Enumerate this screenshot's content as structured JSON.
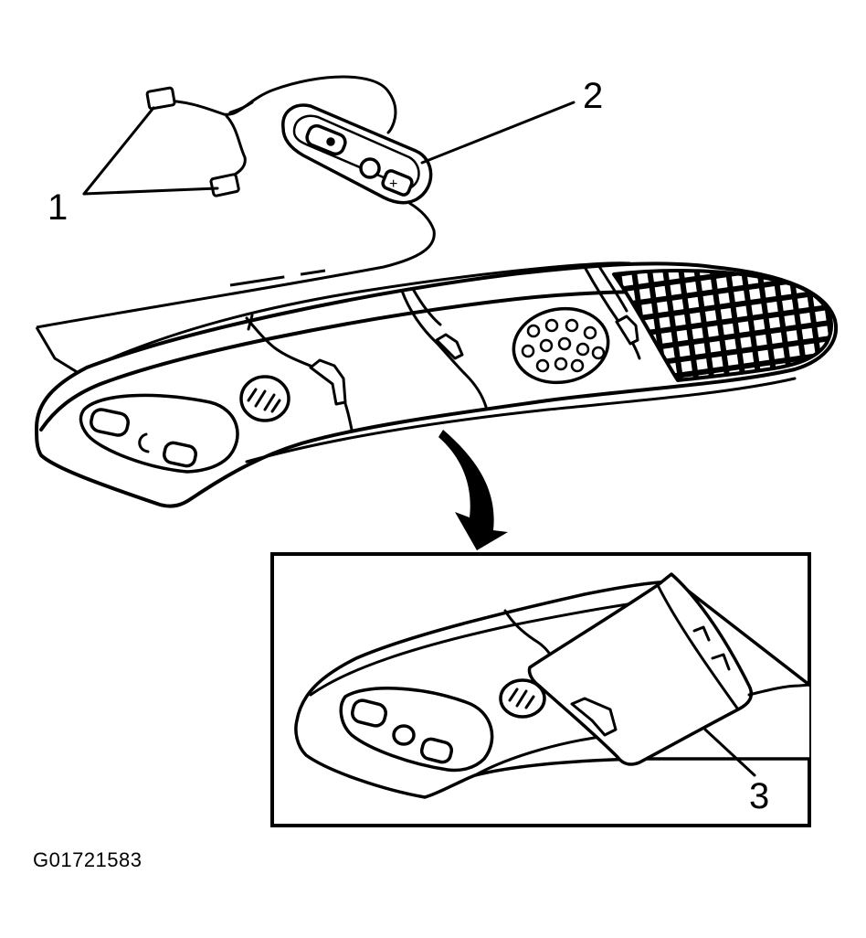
{
  "figure": {
    "id": "G01721583",
    "callouts": [
      {
        "label": "1"
      },
      {
        "label": "2"
      },
      {
        "label": "3"
      }
    ]
  }
}
